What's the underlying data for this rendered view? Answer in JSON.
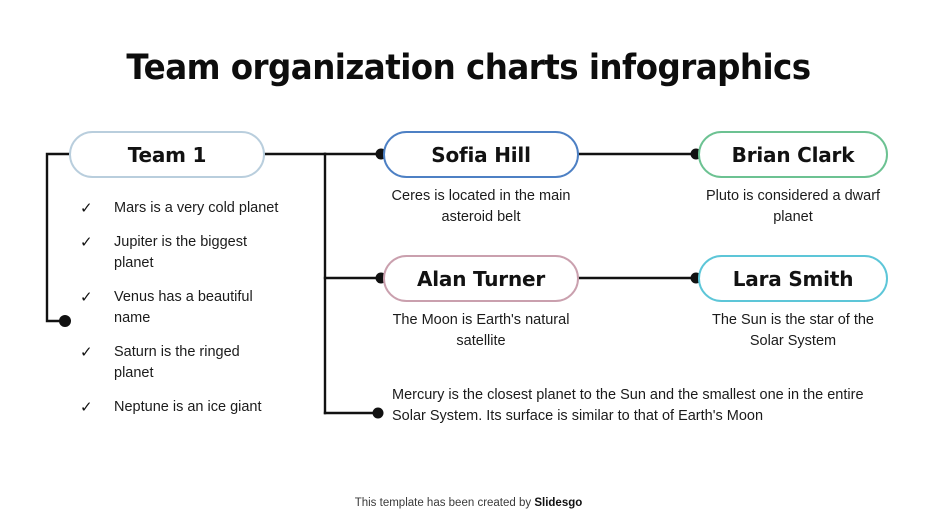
{
  "slide": {
    "title": "Team organization charts infographics",
    "background_color": "#ffffff"
  },
  "nodes": {
    "team": {
      "label": "Team 1",
      "border_color": "#b9cedd"
    },
    "sofia": {
      "label": "Sofia Hill",
      "border_color": "#4d80c4",
      "caption": "Ceres is located in the main asteroid belt"
    },
    "brian": {
      "label": "Brian Clark",
      "border_color": "#6cc292",
      "caption": "Pluto is considered a dwarf planet"
    },
    "alan": {
      "label": "Alan Turner",
      "border_color": "#caa0ae",
      "caption": "The Moon is Earth's natural satellite"
    },
    "lara": {
      "label": "Lara Smith",
      "border_color": "#5dc6d8",
      "caption": "The Sun is the star of the Solar System"
    }
  },
  "checklist": {
    "marker": "✓",
    "items": [
      {
        "text": "Mars is a very cold planet"
      },
      {
        "text": "Jupiter is the biggest planet"
      },
      {
        "text": "Venus has a beautiful name"
      },
      {
        "text": "Saturn is the ringed planet"
      },
      {
        "text": "Neptune is an ice giant"
      }
    ]
  },
  "paragraph": {
    "text": "Mercury is the closest planet to the Sun and the smallest one in the entire Solar System. Its surface is similar to that of Earth's Moon"
  },
  "footer": {
    "prefix": "This template has been created by ",
    "brand": "Slidesgo"
  },
  "connectors": {
    "line_color": "#111111",
    "dot_color": "#111111"
  }
}
